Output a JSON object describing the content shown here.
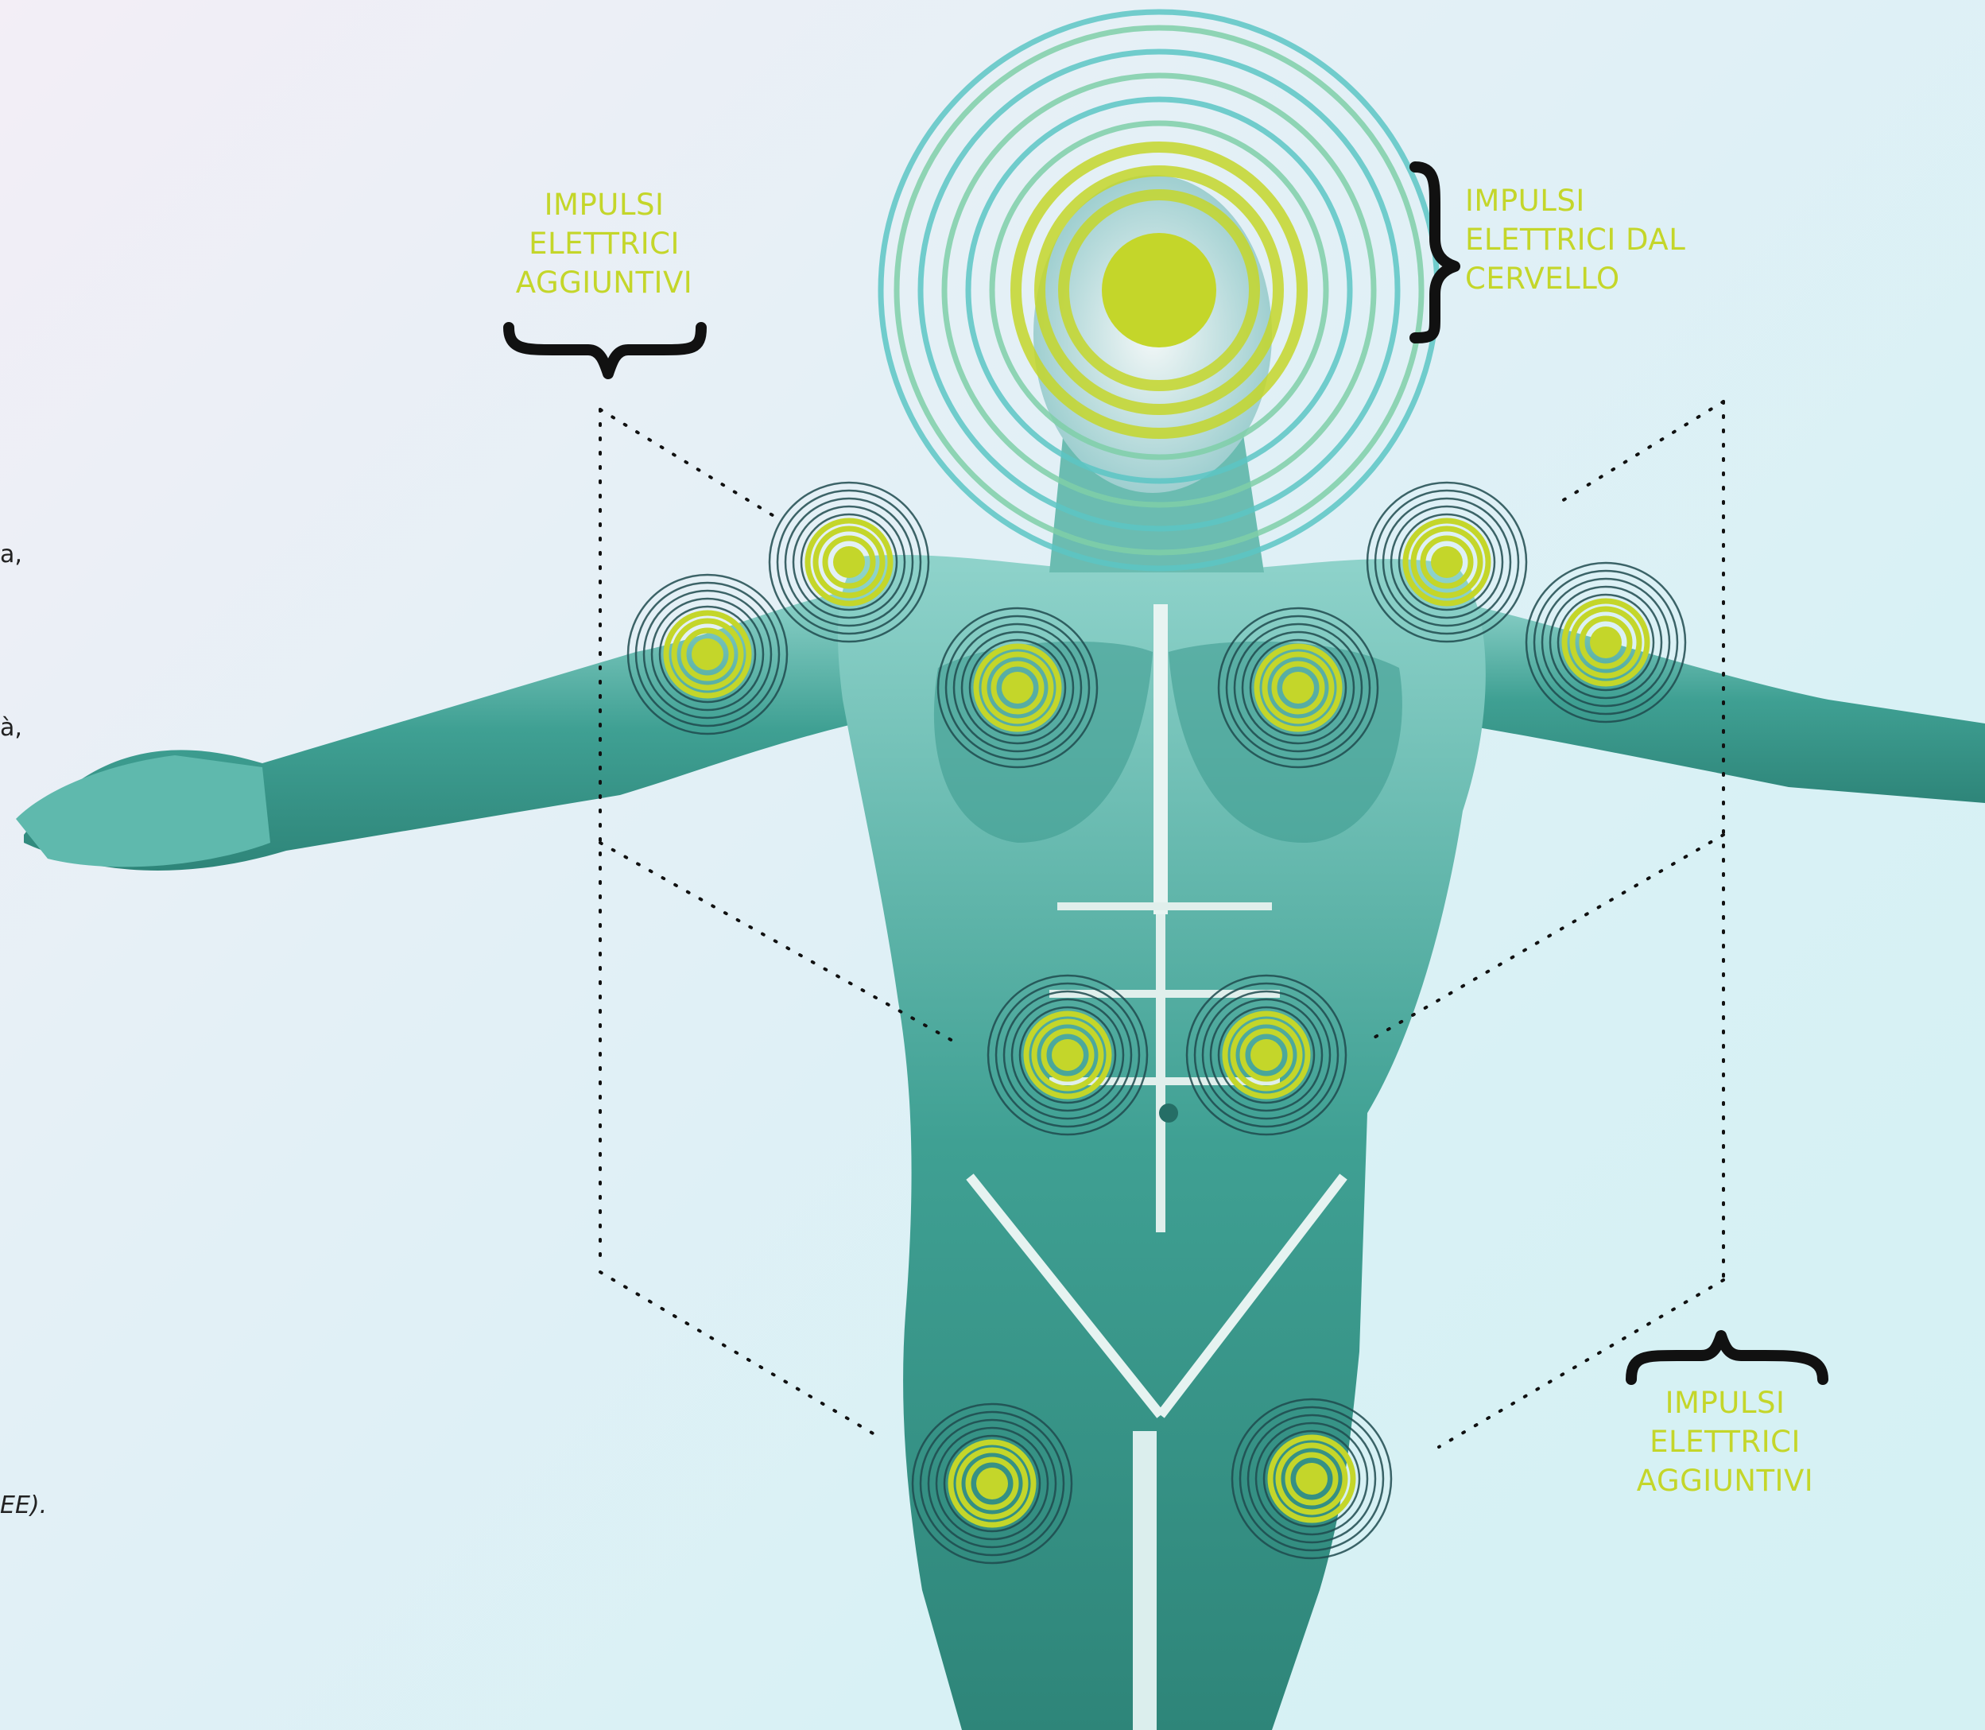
{
  "labels": {
    "left_top": [
      "IMPULSI",
      "ELETTRICI",
      "AGGIUNTIVI"
    ],
    "right_top": [
      "IMPULSI",
      "ELETTRICI DAL",
      "CERVELLO"
    ],
    "right_bottom": [
      "IMPULSI",
      "ELETTRICI",
      "AGGIUNTIVI"
    ]
  },
  "edge_text": {
    "line1": "a,",
    "line2": "à,",
    "line3": "EE)."
  },
  "colors": {
    "accent": "#c4d62a",
    "body": "#4aa89e",
    "ring_teal": "#5cc6c4",
    "ring_dark": "#1f4a4e",
    "brace": "#111111"
  }
}
